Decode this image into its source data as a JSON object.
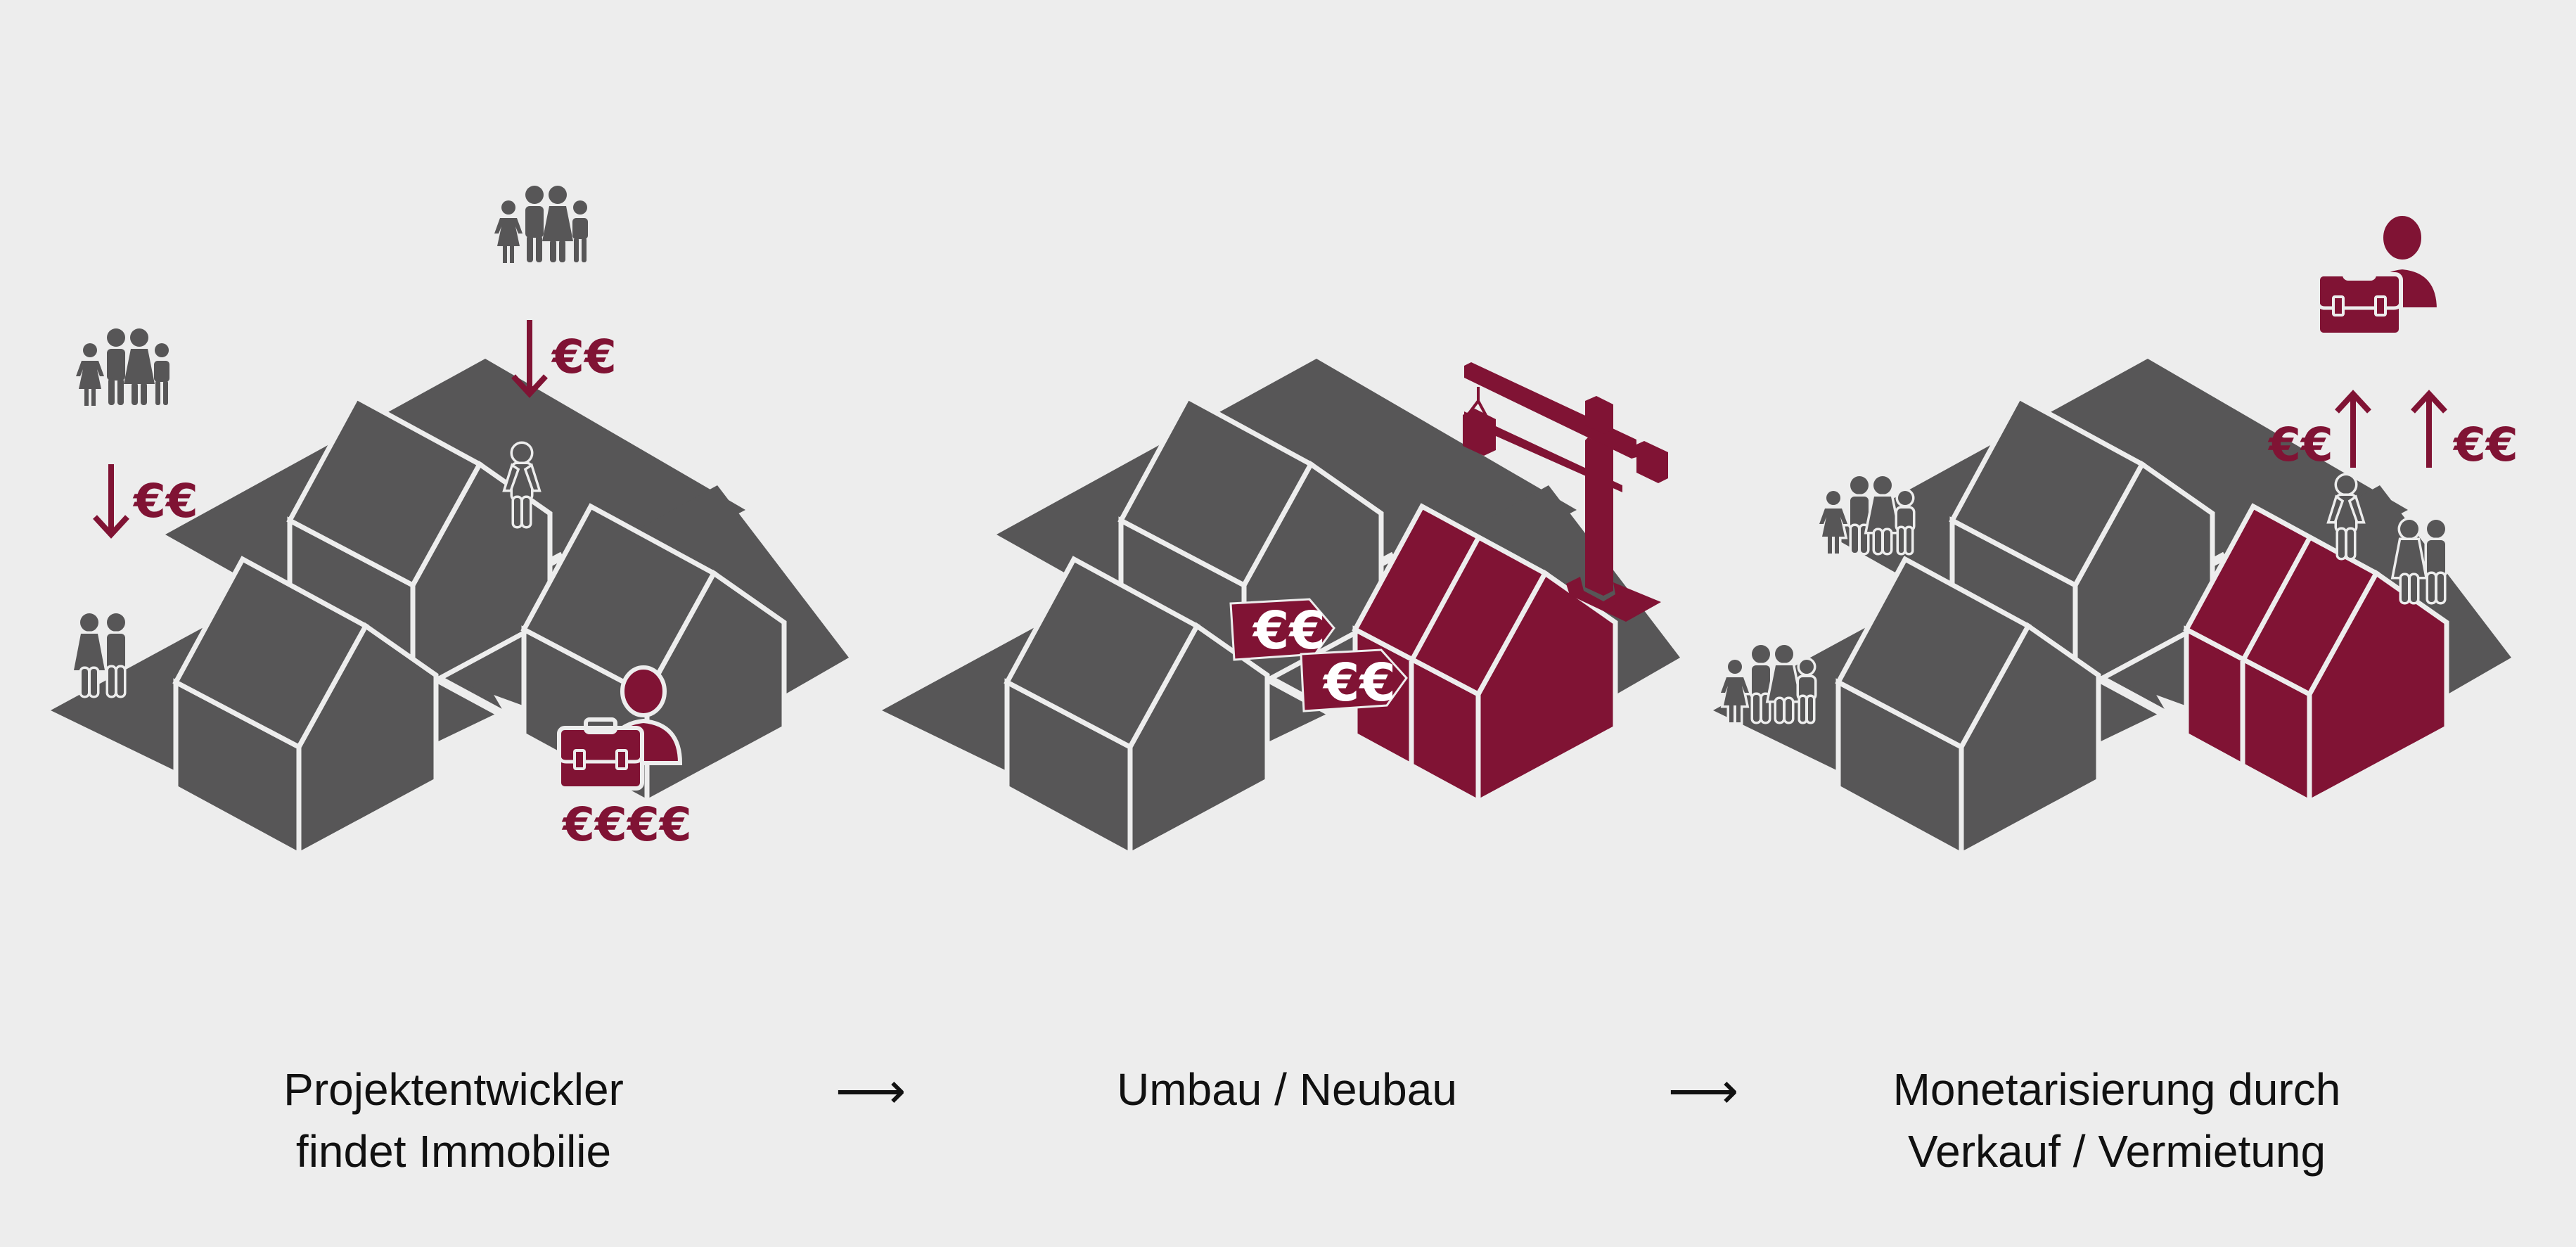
{
  "steps": [
    {
      "caption_line1": "Projektentwickler",
      "caption_line2": "findet Immobilie",
      "money_labels": [
        "€€",
        "€€",
        "€€€€"
      ]
    },
    {
      "caption_line1": "Umbau / Neubau",
      "caption_line2": "",
      "price_tags": [
        "€€",
        "€€"
      ]
    },
    {
      "caption_line1": "Monetarisierung durch",
      "caption_line2": "Verkauf / Vermietung",
      "money_labels": [
        "€€",
        "€€"
      ]
    }
  ],
  "flow_arrows": [
    "⟶",
    "⟶"
  ],
  "colors": {
    "background": "#ededed",
    "gray": "#575657",
    "accent": "#801334",
    "text": "#111111"
  }
}
